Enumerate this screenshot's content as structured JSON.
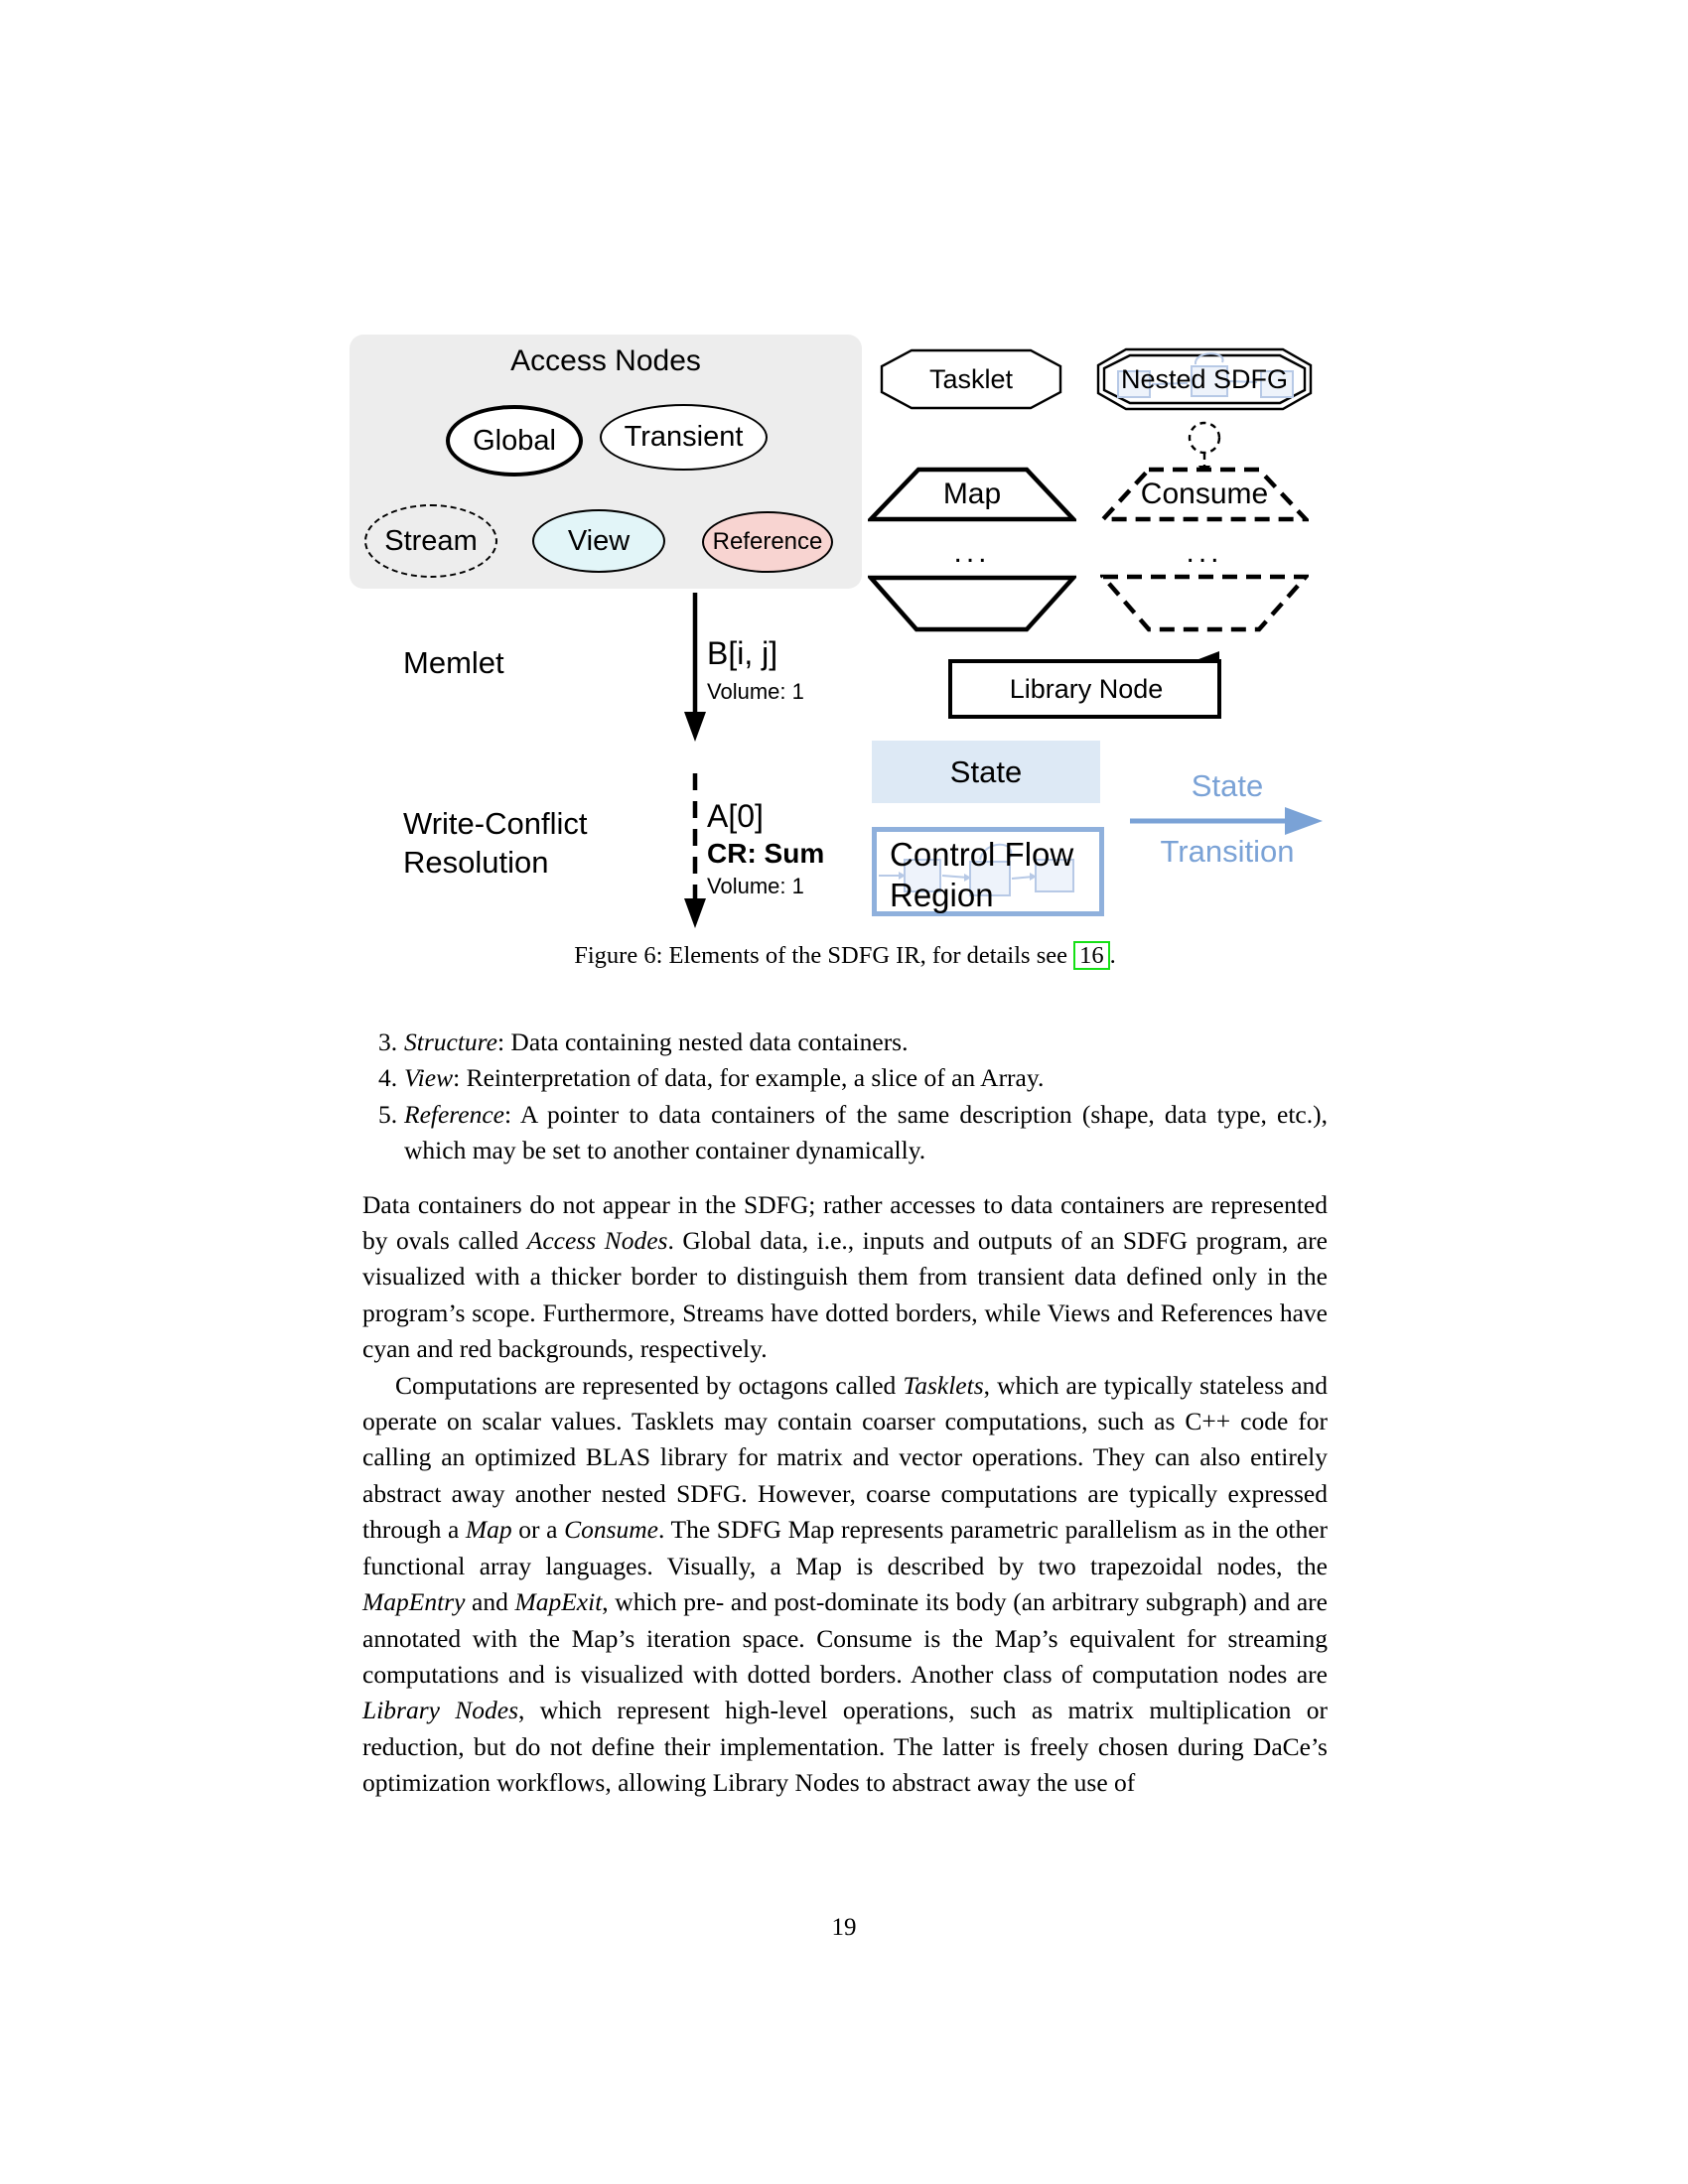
{
  "colors": {
    "panel_bg": "#ededed",
    "view_fill": "#e2f5f8",
    "reference_fill": "#f8d4d1",
    "state_fill": "#dde9f5",
    "blue_accent": "#7aa2d6",
    "blue_light": "#b7c9e6",
    "blue_node_fill": "#eef3fb",
    "cfr_border": "#8fb0dc",
    "citation_green": "#15e015"
  },
  "figure": {
    "access_panel": {
      "title": "Access Nodes",
      "ovals": [
        {
          "label": "Global"
        },
        {
          "label": "Transient"
        },
        {
          "label": "Stream"
        },
        {
          "label": "View"
        },
        {
          "label": "Reference"
        }
      ]
    },
    "tasklet": "Tasklet",
    "nested_sdfg": "Nested SDFG",
    "map": "Map",
    "consume": "Consume",
    "dots": "...",
    "library_node": "Library Node",
    "state": "State",
    "transition_line1": "State",
    "transition_line2": "Transition",
    "control_flow_region": "Control Flow Region",
    "memlet_label": "Memlet",
    "memlet_edge": {
      "subset": "B[i, j]",
      "volume": "Volume: 1"
    },
    "wcr_label": "Write-Conflict Resolution",
    "wcr_edge": {
      "subset": "A[0]",
      "cr": "CR: Sum",
      "volume": "Volume: 1"
    },
    "caption": {
      "prefix": "Figure 6: Elements of the SDFG IR, for details see ",
      "citation": "16",
      "suffix": "."
    }
  },
  "body": {
    "list": [
      {
        "num": "3.",
        "runs": [
          {
            "t": "Structure",
            "i": true
          },
          {
            "t": ": Data containing nested data containers."
          }
        ]
      },
      {
        "num": "4.",
        "runs": [
          {
            "t": "View",
            "i": true
          },
          {
            "t": ": Reinterpretation of data, for example, a slice of an Array."
          }
        ]
      },
      {
        "num": "5.",
        "runs": [
          {
            "t": "Reference",
            "i": true
          },
          {
            "t": ": A pointer to data containers of the same description (shape, data type, etc.), which may be set to another container dynamically."
          }
        ]
      }
    ],
    "paragraphs": [
      {
        "runs": [
          {
            "t": "Data containers do not appear in the SDFG; rather accesses to data containers are represented by ovals called "
          },
          {
            "t": "Access Nodes",
            "i": true
          },
          {
            "t": ". Global data, i.e., inputs and outputs of an SDFG program, are visualized with a thicker border to distinguish them from transient data defined only in the program’s scope. Furthermore, Streams have dotted borders, while Views and References have cyan and red backgrounds, respectively."
          }
        ]
      },
      {
        "runs": [
          {
            "t": "Computations are represented by octagons called "
          },
          {
            "t": "Tasklets",
            "i": true
          },
          {
            "t": ", which are typically stateless and operate on scalar values. Tasklets may contain coarser computations, such as C++ code for calling an optimized BLAS library for matrix and vector operations. They can also entirely abstract away another nested SDFG. However, coarse computations are typically expressed through a "
          },
          {
            "t": "Map",
            "i": true
          },
          {
            "t": " or a "
          },
          {
            "t": "Consume",
            "i": true
          },
          {
            "t": ". The SDFG Map represents parametric parallelism as in the other functional array languages. Visually, a Map is described by two trapezoidal nodes, the "
          },
          {
            "t": "MapEntry",
            "i": true
          },
          {
            "t": " and "
          },
          {
            "t": "MapExit",
            "i": true
          },
          {
            "t": ", which pre- and post-dominate its body (an arbitrary subgraph) and are annotated with the Map’s iteration space. Consume is the Map’s equivalent for streaming computations and is visualized with dotted borders. Another class of computation nodes are "
          },
          {
            "t": "Library Nodes",
            "i": true
          },
          {
            "t": ", which represent high-level operations, such as matrix multiplication or reduction, but do not define their implementation. The latter is freely chosen during DaCe’s optimization workflows, allowing Library Nodes to abstract away the use of"
          }
        ]
      }
    ]
  },
  "page_number": "19"
}
